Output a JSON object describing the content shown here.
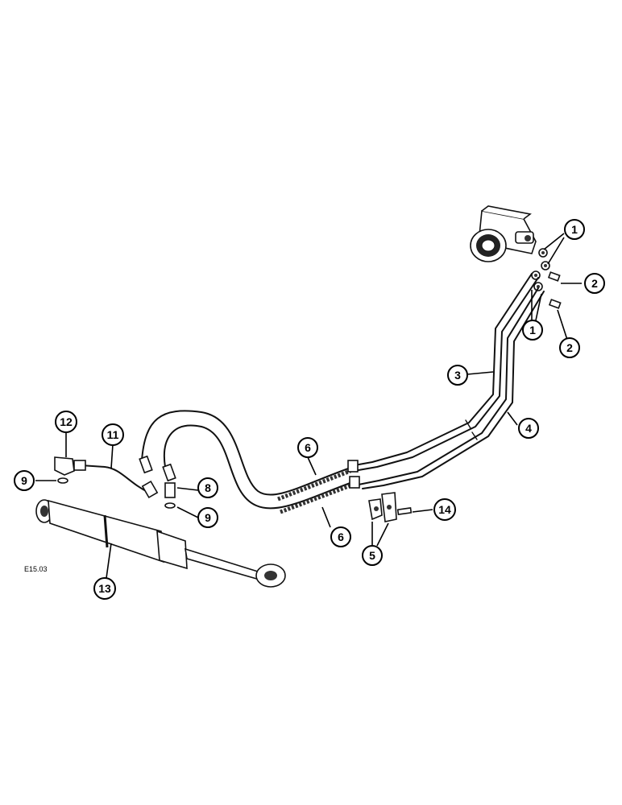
{
  "figure_code": "E15.03",
  "callouts": [
    {
      "id": "callout-1a",
      "label": "1"
    },
    {
      "id": "callout-2a",
      "label": "2"
    },
    {
      "id": "callout-1b",
      "label": "1"
    },
    {
      "id": "callout-2b",
      "label": "2"
    },
    {
      "id": "callout-3",
      "label": "3"
    },
    {
      "id": "callout-4",
      "label": "4"
    },
    {
      "id": "callout-6a",
      "label": "6"
    },
    {
      "id": "callout-6b",
      "label": "6"
    },
    {
      "id": "callout-14",
      "label": "14"
    },
    {
      "id": "callout-5",
      "label": "5"
    },
    {
      "id": "callout-12",
      "label": "12"
    },
    {
      "id": "callout-11",
      "label": "11"
    },
    {
      "id": "callout-9a",
      "label": "9"
    },
    {
      "id": "callout-8",
      "label": "8"
    },
    {
      "id": "callout-9b",
      "label": "9"
    },
    {
      "id": "callout-13",
      "label": "13"
    }
  ]
}
